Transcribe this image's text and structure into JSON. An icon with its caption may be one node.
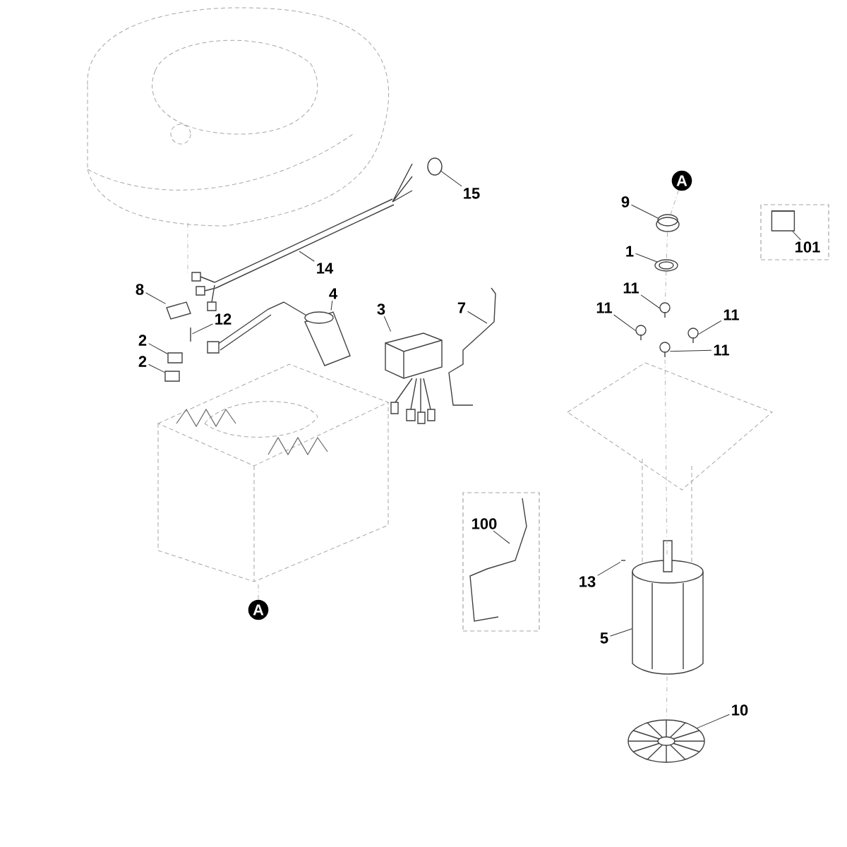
{
  "diagram": {
    "nodes": [
      {
        "text": [
          "A"
        ]
      },
      {
        "text": [
          "15"
        ]
      },
      {
        "text": [
          "9"
        ]
      },
      {
        "text": [
          "101"
        ]
      },
      {
        "text": [
          "1"
        ]
      },
      {
        "text": [
          "14"
        ]
      },
      {
        "text": [
          "8"
        ]
      },
      {
        "text": [
          "4"
        ]
      },
      {
        "text": [
          "11"
        ]
      },
      {
        "text": [
          "11"
        ]
      },
      {
        "text": [
          "11"
        ]
      },
      {
        "text": [
          "11"
        ]
      },
      {
        "text": [
          "12"
        ]
      },
      {
        "text": [
          "3"
        ]
      },
      {
        "text": [
          "7"
        ]
      },
      {
        "text": [
          "2"
        ]
      },
      {
        "text": [
          "2"
        ]
      },
      {
        "text": [
          "100"
        ]
      },
      {
        "text": [
          "13"
        ]
      },
      {
        "text": [
          "5"
        ]
      },
      {
        "text": [
          "10"
        ]
      },
      {
        "text": [
          "A"
        ]
      },
      {
        "text": [],
        "shape": "circle"
      },
      {
        "text": [],
        "shape": "picture"
      },
      {
        "text": [],
        "shape": "cylinder",
        "in": 3
      },
      {
        "text": [],
        "shape": "picture"
      },
      {
        "text": [],
        "shape": "picture"
      },
      {
        "text": [],
        "shape": "picture"
      },
      {
        "text": [],
        "shape": "picture"
      },
      {
        "text": [],
        "shape": "picture"
      },
      {
        "text": [],
        "shape": "picture"
      },
      {
        "text": [],
        "shape": "picture"
      },
      {
        "text": [],
        "shape": "picture"
      },
      {
        "text": [],
        "shape": "picture"
      },
      {
        "text": [],
        "shape": "box"
      },
      {
        "text": [],
        "shape": "box"
      },
      {
        "text": [],
        "shape": "picture"
      },
      {
        "text": [],
        "shape": "picture"
      },
      {
        "text": [],
        "shape": "picture"
      }
    ],
    "edges": [
      {
        "from": 1,
        "to": 22,
        "arrow": "none"
      },
      {
        "from": 2,
        "to": 23,
        "arrow": "none"
      },
      {
        "from": 3,
        "to": 24,
        "arrow": "none"
      },
      {
        "from": 4,
        "to": 25,
        "arrow": "none"
      },
      {
        "from": 5,
        "to": null,
        "arrow": "none"
      },
      {
        "from": 6,
        "to": 26,
        "arrow": "none"
      },
      {
        "from": 7,
        "to": 27,
        "arrow": "none"
      },
      {
        "from": 8,
        "to": 28,
        "arrow": "none"
      },
      {
        "from": 9,
        "to": 29,
        "arrow": "none"
      },
      {
        "from": 10,
        "to": 30,
        "arrow": "none"
      },
      {
        "from": 11,
        "to": 31,
        "arrow": "none"
      },
      {
        "from": 12,
        "to": 32,
        "arrow": "none"
      },
      {
        "from": 13,
        "to": 33,
        "arrow": "none"
      },
      {
        "from": 14,
        "to": null,
        "arrow": "none"
      },
      {
        "from": 15,
        "to": 34,
        "arrow": "none"
      },
      {
        "from": 16,
        "to": 35,
        "arrow": "none"
      },
      {
        "from": 17,
        "to": null,
        "arrow": "none"
      },
      {
        "from": 18,
        "to": 36,
        "arrow": "none"
      },
      {
        "from": 19,
        "to": 37,
        "arrow": "none"
      },
      {
        "from": 20,
        "to": 38,
        "arrow": "none"
      },
      {
        "from": 0,
        "to": 23,
        "arrow": "none",
        "style": "dashed",
        "color": "#b3b3b3"
      },
      {
        "from": 23,
        "to": 25,
        "arrow": "none",
        "style": "dashed",
        "color": "#b3b3b3"
      },
      {
        "from": 25,
        "to": 28,
        "arrow": "none",
        "style": "dashed",
        "color": "#b3b3b3"
      },
      {
        "from": 31,
        "to": 37,
        "arrow": "none",
        "style": "dashed",
        "color": "#b3b3b3"
      },
      {
        "from": 37,
        "to": 38,
        "arrow": "none",
        "style": "dashed",
        "color": "#b3b3b3"
      },
      {
        "from": null,
        "to": 21,
        "arrow": "none",
        "style": "dashed",
        "color": "#b3b3b3"
      }
    ]
  }
}
